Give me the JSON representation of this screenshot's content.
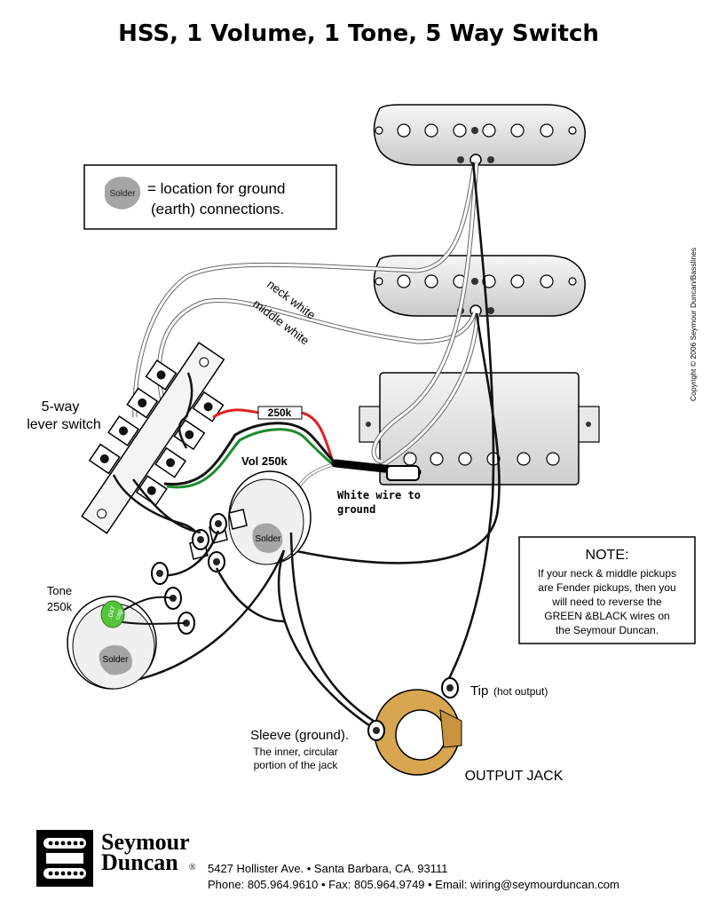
{
  "title": "HSS, 1 Volume, 1 Tone, 5 Way Switch",
  "copyright": "Copyright © 2006 Seymour Duncan/Basslines",
  "legend": {
    "solder_label": "Solder",
    "text_line1": "= location for ground",
    "text_line2": "(earth) connections."
  },
  "labels": {
    "switch_line1": "5-way",
    "switch_line2": "lever switch",
    "neck_white": "neck white",
    "middle_white": "middle white",
    "resistor": "250k",
    "vol": "Vol 250k",
    "white_ground_line1": "White wire to",
    "white_ground_line2": "ground",
    "tone_line1": "Tone",
    "tone_line2": "250k",
    "cap_line1": ".047",
    "cap_line2": "cap",
    "vol_solder": "Solder",
    "tone_solder": "Solder",
    "tip": "Tip",
    "tip_note": "(hot output)",
    "sleeve": "Sleeve (ground).",
    "sleeve_note1": "The inner, circular",
    "sleeve_note2": "portion of the jack",
    "output_jack": "OUTPUT JACK"
  },
  "note": {
    "heading": "NOTE:",
    "line1": "If your neck & middle pickups",
    "line2": "are Fender pickups, then you",
    "line3": "will need to reverse the",
    "line4": "GREEN &BLACK wires on",
    "line5": "the Seymour Duncan."
  },
  "footer": {
    "brand_line1": "Seymour",
    "brand_line2": "Duncan",
    "reg": "®",
    "address": "5427 Hollister Ave. • Santa Barbara, CA. 93111",
    "contact": "Phone: 805.964.9610 • Fax: 805.964.9749 • Email: wiring@seymourduncan.com"
  },
  "colors": {
    "red_wire": "#e02020",
    "green_wire": "#1a8c2a",
    "black_wire": "#111111",
    "solder_gray": "#a5a5a5",
    "jack_gold": "#d8a650",
    "cap_green": "#55c43a"
  }
}
